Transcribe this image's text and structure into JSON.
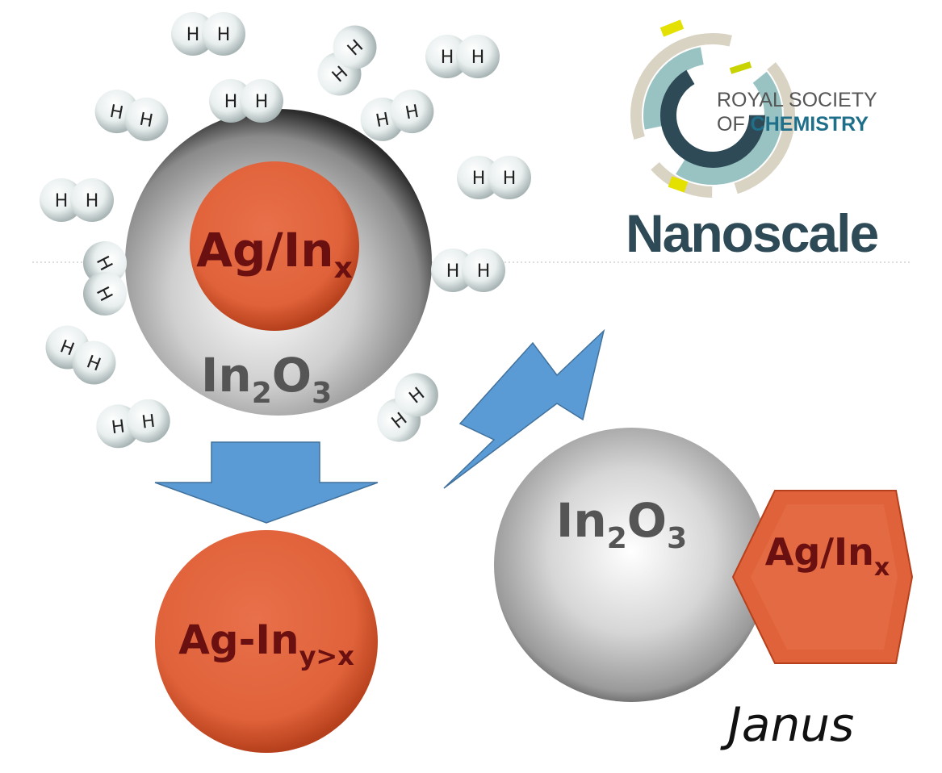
{
  "molecule": {
    "atom_label": "H"
  },
  "core_shell": {
    "core_label": "Ag/In",
    "core_sub": "x",
    "shell_label_a": "In",
    "shell_sub_a": "2",
    "shell_label_b": "O",
    "shell_sub_b": "3"
  },
  "alloy": {
    "label": "Ag-In",
    "sub": "y>x"
  },
  "janus": {
    "shell_label_a": "In",
    "shell_sub_a": "2",
    "shell_label_b": "O",
    "shell_sub_b": "3",
    "hex_label": "Ag/In",
    "hex_sub": "x",
    "caption": "Janus"
  },
  "logo": {
    "line1": "ROYAL SOCIETY",
    "line2_a": "OF ",
    "line2_b": "CHEMISTRY",
    "journal": "Nanoscale"
  },
  "colors": {
    "arrow": "#5b9bd5",
    "particle": "#e0623a",
    "label_dark": "#6b1010",
    "logo_teal": "#2e4a57",
    "logo_blue": "#1f6f8b"
  }
}
